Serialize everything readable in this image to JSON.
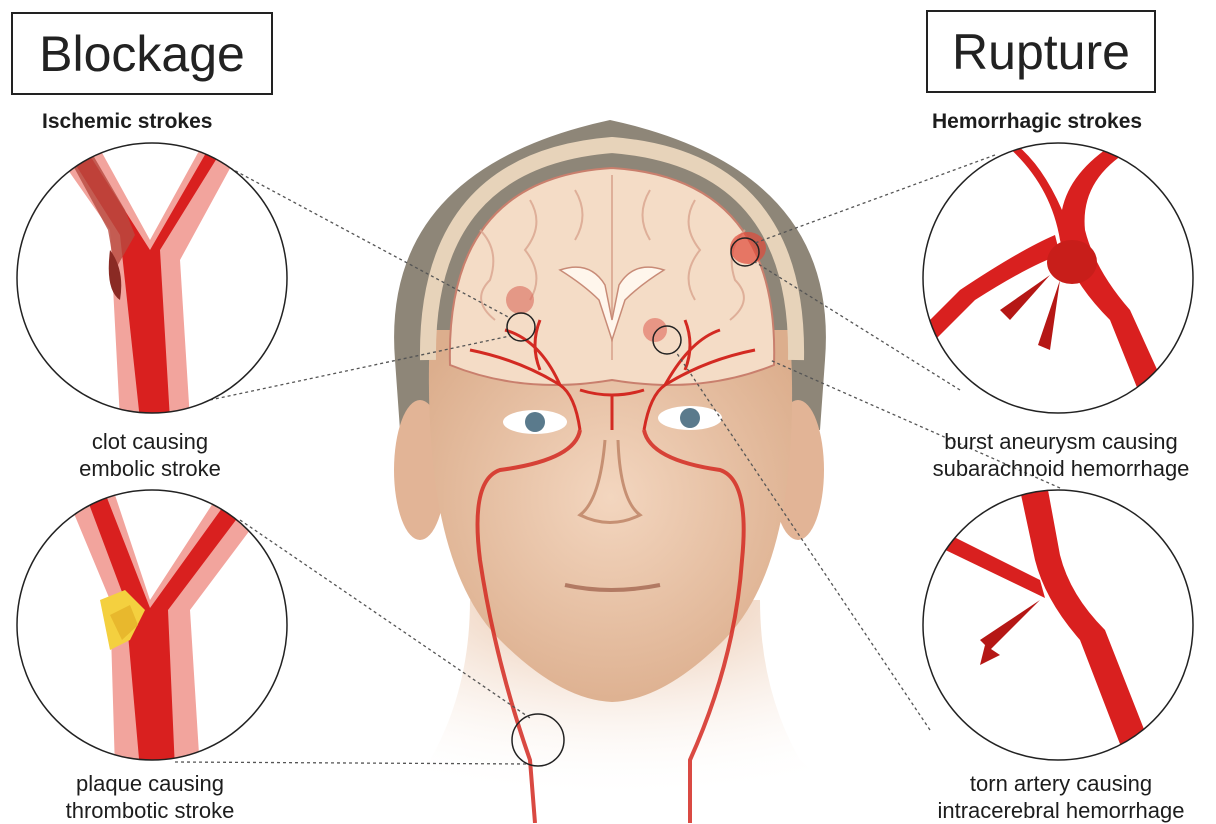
{
  "labels": {
    "blockage": "Blockage",
    "rupture": "Rupture"
  },
  "headings": {
    "ischemic": "Ischemic strokes",
    "hemorrhagic": "Hemorrhagic strokes"
  },
  "captions": {
    "embolic_line1": "clot causing",
    "embolic_line2": "embolic stroke",
    "thrombotic_line1": "plaque causing",
    "thrombotic_line2": "thrombotic stroke",
    "subarachnoid_line1": "burst aneurysm causing",
    "subarachnoid_line2": "subarachnoid hemorrhage",
    "intracerebral_line1": "torn artery causing",
    "intracerebral_line2": "intracerebral hemorrhage"
  },
  "colors": {
    "artery": "#d9201f",
    "artery_dark": "#a8130f",
    "vessel_wall": "#f0918a",
    "plaque": "#f4d03f",
    "skin": "#edc7a8",
    "hair": "#8c8476",
    "brain": "#f3dcc6"
  }
}
